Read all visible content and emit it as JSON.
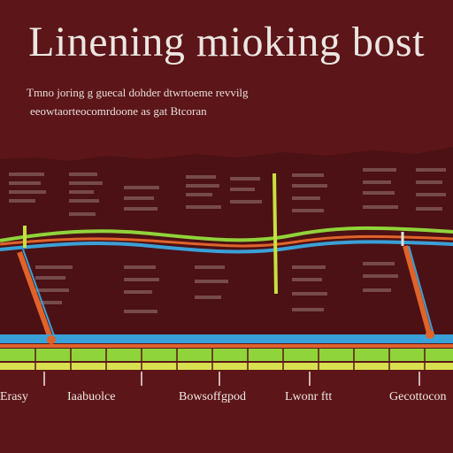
{
  "header": {
    "title": "Linening mioking bost",
    "subtitle_line1": "Tmno joring g guecal dohder dtwrtoeme revvilg",
    "subtitle_line2": "eeowtaorteocomrdoone as gat Btcoran"
  },
  "bottom_labels": [
    {
      "text": "Erasy"
    },
    {
      "text": "Iaabuolce"
    },
    {
      "text": "Bowsoffgpod"
    },
    {
      "text": "Lwonr ftt"
    },
    {
      "text": "Gecottocon"
    }
  ],
  "colors": {
    "background": "#5c1518",
    "band_dark": "#4a1013",
    "blue_line": "#3aa0d8",
    "green_line": "#8fd43a",
    "orange_line": "#e0632a",
    "yellow_marker": "#c8e040",
    "text_light": "#ece6e2"
  },
  "icons": {
    "marker": "vertical-marker-line"
  }
}
